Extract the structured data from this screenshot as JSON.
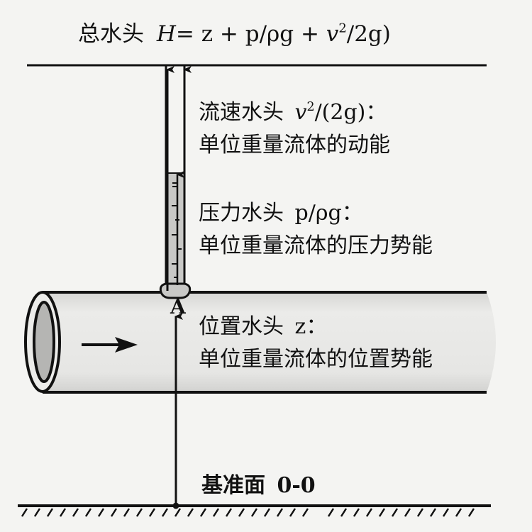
{
  "title": {
    "prefix": "总水头",
    "formula_H": "H",
    "formula_eq": "= z + p/ρg + ",
    "formula_v": "v",
    "formula_sup": "2",
    "formula_tail": "/2g)"
  },
  "velocity_head": {
    "line1_cn": "流速水头",
    "line1_v": "v",
    "line1_sup": "2",
    "line1_tail": "/(2g)：",
    "line2": "单位重量流体的动能"
  },
  "pressure_head": {
    "line1_cn": "压力水头",
    "line1_formula": "p/ρg：",
    "line2": "单位重量流体的压力势能"
  },
  "elevation_head": {
    "line1_cn": "位置水头",
    "line1_formula": "z：",
    "line2": "单位重量流体的位置势能"
  },
  "point_label": "A",
  "datum": {
    "label_cn": "基准面",
    "label_code": "0-0"
  },
  "colors": {
    "background": "#f4f4f2",
    "line": "#111111",
    "pipe_fill": "#e4e4e2",
    "pipe_inner": "#b5b5b3",
    "piezometer_fill": "#c8c8c6"
  }
}
